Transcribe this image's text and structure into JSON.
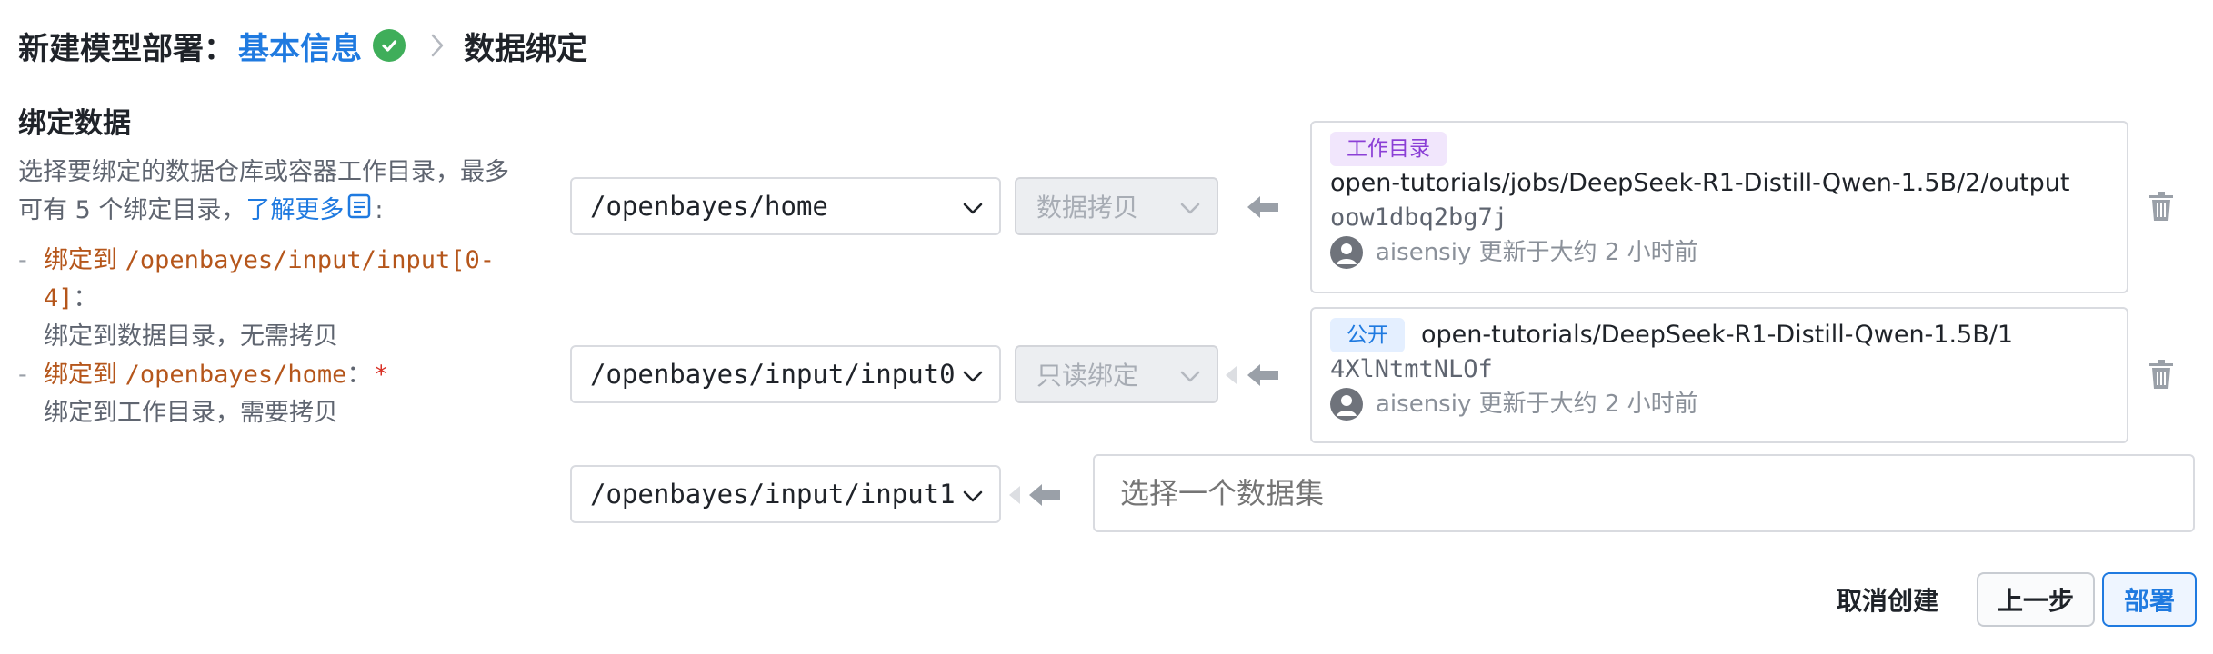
{
  "header": {
    "prefix": "新建模型部署：",
    "step_done": "基本信息",
    "step_current": "数据绑定"
  },
  "section": {
    "title": "绑定数据",
    "desc_line1": "选择要绑定的数据仓库或容器工作目录，最多",
    "desc_line2_before": "可有 5 个绑定目录，",
    "learn_more": "了解更多",
    "desc_colon": ":"
  },
  "rules": [
    {
      "prefix": "绑定到 ",
      "path_line1": "/openbayes/input/input[0-",
      "path_line2": "4]",
      "colon": "：",
      "sub": "绑定到数据目录，无需拷贝",
      "required": ""
    },
    {
      "prefix": "绑定到 ",
      "path_line1": "/openbayes/home",
      "path_line2": "",
      "colon": "：",
      "sub": "绑定到工作目录，需要拷贝",
      "required": "*"
    }
  ],
  "bindings": [
    {
      "path": "/openbayes/home",
      "mode": "数据拷贝",
      "tag": "工作目录",
      "title": "open-tutorials/jobs/DeepSeek-R1-Distill-Qwen-1.5B/2/output",
      "id": "oow1dbq2bg7j",
      "user": "aisensiy",
      "updated": "更新于大约 2 小时前"
    },
    {
      "path": "/openbayes/input/input0",
      "mode": "只读绑定",
      "tag": "公开",
      "title": "open-tutorials/DeepSeek-R1-Distill-Qwen-1.5B/1",
      "id": "4XlNtmtNLOf",
      "user": "aisensiy",
      "updated": "更新于大约 2 小时前"
    },
    {
      "path": "/openbayes/input/input1",
      "placeholder": "选择一个数据集"
    }
  ],
  "footer": {
    "cancel": "取消创建",
    "prev": "上一步",
    "deploy": "部署"
  }
}
